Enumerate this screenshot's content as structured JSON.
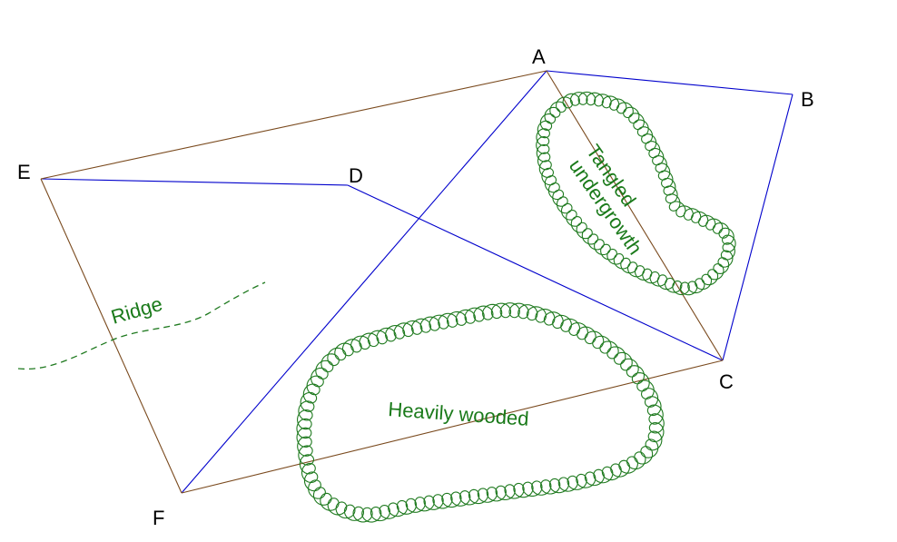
{
  "diagram": {
    "points": [
      {
        "id": "A",
        "label": "A"
      },
      {
        "id": "B",
        "label": "B"
      },
      {
        "id": "C",
        "label": "C"
      },
      {
        "id": "D",
        "label": "D"
      },
      {
        "id": "E",
        "label": "E"
      },
      {
        "id": "F",
        "label": "F"
      }
    ],
    "lines": [
      {
        "name": "line-a-b",
        "from": "A",
        "to": "B",
        "kind": "blue"
      },
      {
        "name": "line-b-c",
        "from": "B",
        "to": "C",
        "kind": "blue"
      },
      {
        "name": "line-a-f",
        "from": "A",
        "to": "F",
        "kind": "blue"
      },
      {
        "name": "line-e-d",
        "from": "E",
        "to": "D",
        "kind": "blue"
      },
      {
        "name": "line-d-c",
        "from": "D",
        "to": "C",
        "kind": "blue"
      },
      {
        "name": "line-e-a",
        "from": "E",
        "to": "A",
        "kind": "brown"
      },
      {
        "name": "line-a-c",
        "from": "A",
        "to": "C",
        "kind": "brown"
      },
      {
        "name": "line-e-f",
        "from": "E",
        "to": "F",
        "kind": "brown"
      },
      {
        "name": "line-f-c",
        "from": "F",
        "to": "C",
        "kind": "brown"
      }
    ],
    "areas": {
      "tangled": {
        "line1": "Tangled",
        "line2": "undergrowth"
      },
      "wooded": {
        "label": "Heavily wooded"
      }
    },
    "ridge": {
      "label": "Ridge"
    },
    "colors": {
      "blue_line": "#0000cc",
      "brown_line": "#7a4a1e",
      "vegetation": "#1f7a1f",
      "label_green": "#1a7a1a",
      "ridge": "#1f7a1f",
      "point_label": "#000000"
    }
  }
}
